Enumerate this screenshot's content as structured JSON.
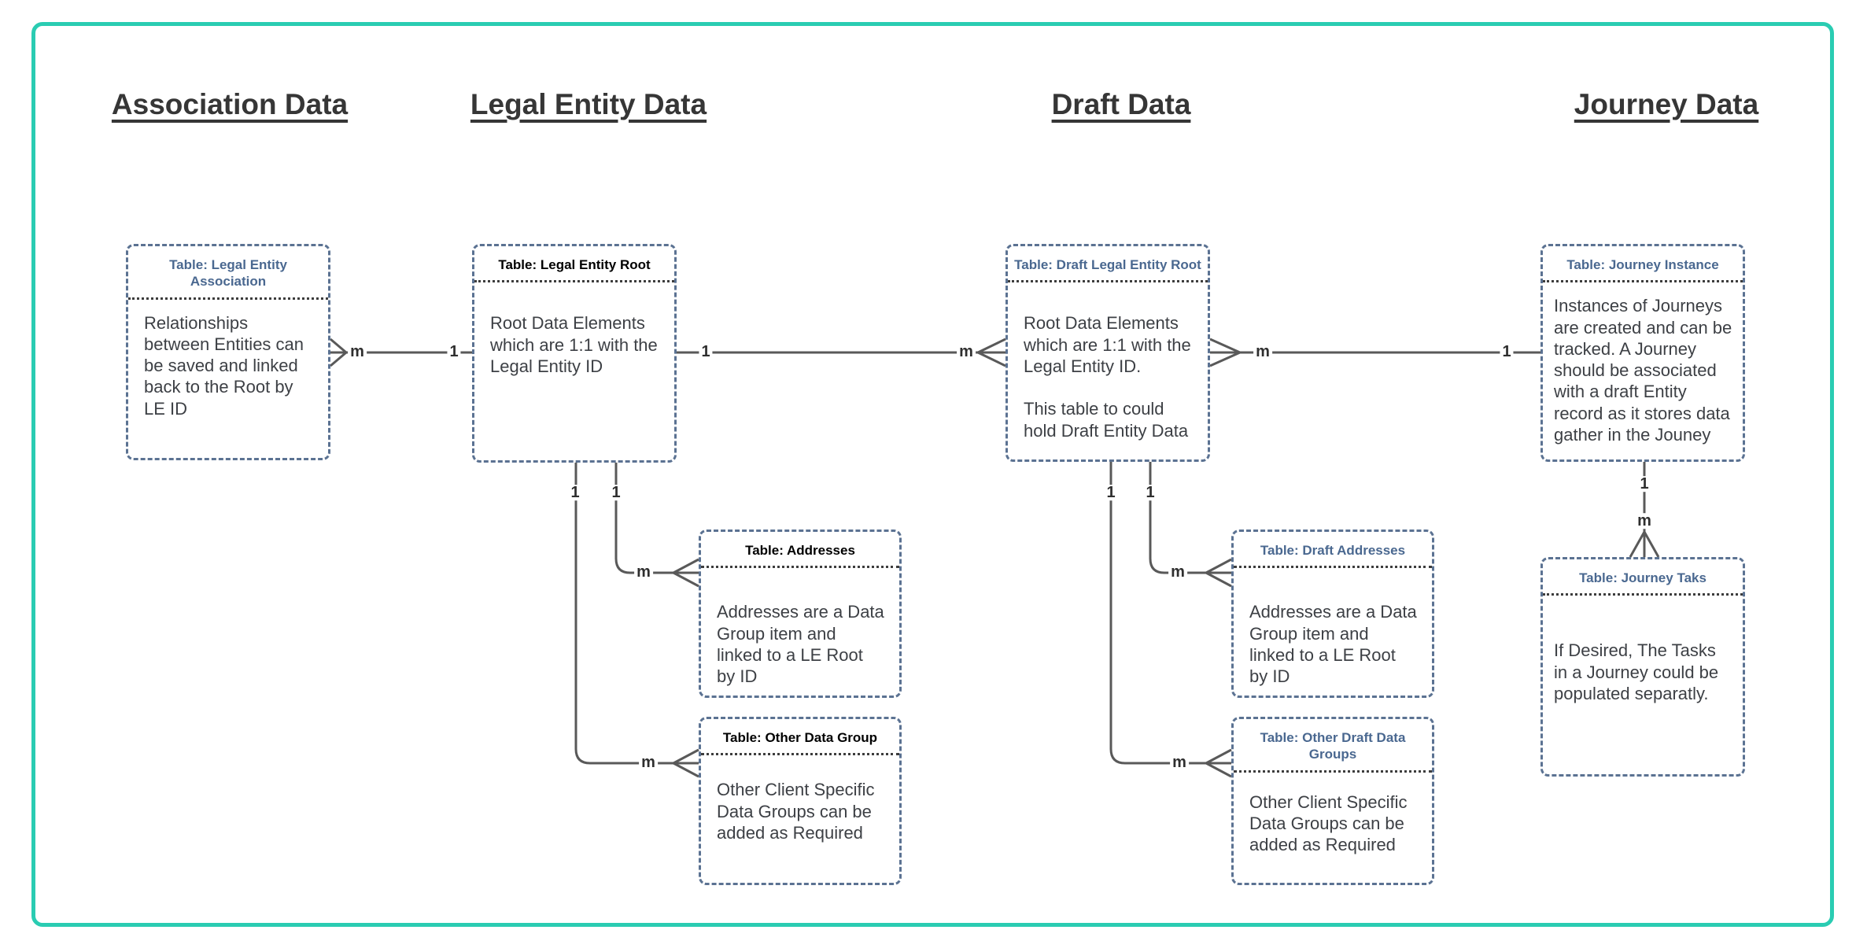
{
  "colors": {
    "canvas_border": "#2accb2",
    "box_border": "#5b7292",
    "blue_title": "#4a6890",
    "black_title": "#000000",
    "body_text": "#3d4045",
    "connector_line": "#595959",
    "header_text": "#363636"
  },
  "headers": [
    {
      "label": "Association Data"
    },
    {
      "label": "Legal Entity Data"
    },
    {
      "label": "Draft Data"
    },
    {
      "label": "Journey Data"
    }
  ],
  "tables": [
    {
      "title": "Table: Legal Entity Association",
      "title_color": "#4a6890",
      "body": "Relationships between Entities can be saved and linked back to the Root by LE ID"
    },
    {
      "title": "Table: Legal Entity Root",
      "title_color": "#000000",
      "body": "Root Data Elements which are 1:1 with the Legal Entity ID"
    },
    {
      "title": "Table: Draft Legal Entity Root",
      "title_color": "#4a6890",
      "body": "Root Data Elements which are 1:1 with the Legal Entity ID.\n\nThis table to could hold Draft Entity Data"
    },
    {
      "title": "Table: Journey Instance",
      "title_color": "#4a6890",
      "body": "Instances of Journeys are created and can be tracked. A Journey should be associated with a draft Entity record as it stores data gather in the Jouney"
    },
    {
      "title": "Table: Addresses",
      "title_color": "#000000",
      "body": "Addresses are a Data Group item and linked to a LE Root by ID"
    },
    {
      "title": "Table: Other Data Group",
      "title_color": "#000000",
      "body": "Other Client Specific Data Groups can be added as Required"
    },
    {
      "title": "Table: Draft Addresses",
      "title_color": "#4a6890",
      "body": "Addresses are a Data Group item and linked to a LE Root by ID"
    },
    {
      "title": "Table: Other Draft Data Groups",
      "title_color": "#4a6890",
      "body": "Other Client Specific Data Groups can be added as Required"
    },
    {
      "title": "Table: Journey Taks",
      "title_color": "#4a6890",
      "body": "If Desired, The Tasks in a Journey could be populated separatly."
    }
  ],
  "connectors": [
    {
      "name": "legal-entity-association to legal-entity-root",
      "labels": {
        "many": "m",
        "one": "1"
      }
    },
    {
      "name": "legal-entity-root to draft-legal-entity-root",
      "labels": {
        "one": "1",
        "many": "m"
      }
    },
    {
      "name": "draft-legal-entity-root to journey-instance",
      "labels": {
        "many": "m",
        "one": "1"
      }
    },
    {
      "name": "legal-entity-root to addresses",
      "labels": {
        "one": "1",
        "many": "m"
      }
    },
    {
      "name": "legal-entity-root to other-data-group",
      "labels": {
        "one": "1",
        "many": "m"
      }
    },
    {
      "name": "draft-legal-entity-root to draft-addresses",
      "labels": {
        "one": "1",
        "many": "m"
      }
    },
    {
      "name": "draft-legal-entity-root to other-draft-data-groups",
      "labels": {
        "one": "1",
        "many": "m"
      }
    },
    {
      "name": "journey-instance to journey-taks",
      "labels": {
        "one": "1",
        "many": "m"
      }
    }
  ]
}
